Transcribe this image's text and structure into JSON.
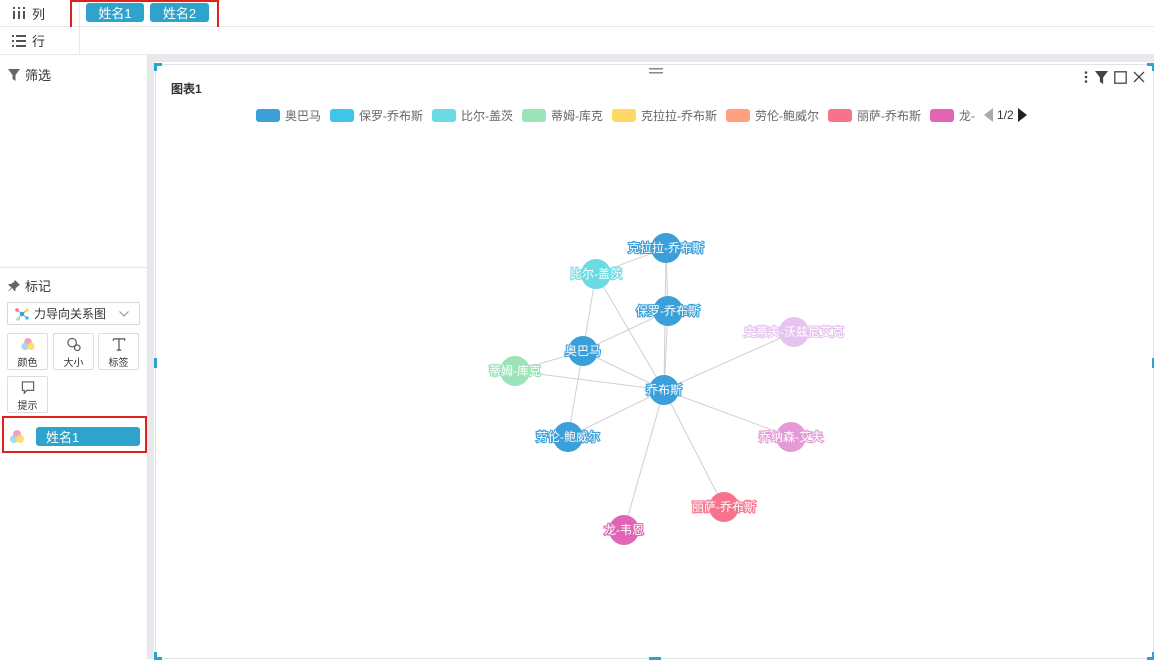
{
  "columns_shelf": {
    "label": "列",
    "fields": [
      "姓名1",
      "姓名2"
    ]
  },
  "rows_shelf": {
    "label": "行"
  },
  "filter_panel": {
    "title": "筛选"
  },
  "marks_panel": {
    "title": "标记",
    "chart_type": "力导向关系图",
    "buttons": [
      {
        "label": "颜色",
        "icon": "color-circles-icon"
      },
      {
        "label": "大小",
        "icon": "size-circles-icon"
      },
      {
        "label": "标签",
        "icon": "text-t-icon"
      },
      {
        "label": "提示",
        "icon": "tooltip-bubble-icon"
      }
    ],
    "color_field": "姓名1"
  },
  "colors": {
    "accent": "#2ea4cc",
    "highlight": "#e0201b"
  },
  "chart": {
    "title": "图表1",
    "legend_page": "1/2",
    "legend_items": [
      {
        "label": "奥巴马",
        "color": "#3b9fd9"
      },
      {
        "label": "保罗-乔布斯",
        "color": "#3ec5e8"
      },
      {
        "label": "比尔-盖茨",
        "color": "#6bdbe3"
      },
      {
        "label": "蒂姆-库克",
        "color": "#9be3b8"
      },
      {
        "label": "克拉拉-乔布斯",
        "color": "#ffd966"
      },
      {
        "label": "劳伦-鲍威尔",
        "color": "#ffa080"
      },
      {
        "label": "丽萨-乔布斯",
        "color": "#f7738c"
      },
      {
        "label": "龙-",
        "color": "#e065b4"
      }
    ]
  },
  "chart_data": {
    "type": "force-directed-graph",
    "nodes": [
      {
        "id": "乔布斯",
        "label": "乔布斯",
        "color": "#3b9fd9"
      },
      {
        "id": "克拉拉-乔布斯",
        "label": "克拉拉-乔布斯",
        "color": "#3b9fd9"
      },
      {
        "id": "比尔-盖茨",
        "label": "比尔-盖茨",
        "color": "#6bdbe3"
      },
      {
        "id": "保罗-乔布斯",
        "label": "保罗-乔布斯",
        "color": "#3b9fd9"
      },
      {
        "id": "奥巴马",
        "label": "奥巴马",
        "color": "#3b9fd9"
      },
      {
        "id": "蒂姆-库克",
        "label": "蒂姆-库克",
        "color": "#9be3b8"
      },
      {
        "id": "劳伦-鲍威尔",
        "label": "劳伦-鲍威尔",
        "color": "#3b9fd9"
      },
      {
        "id": "龙-韦恩",
        "label": "龙-韦恩",
        "color": "#e065b4"
      },
      {
        "id": "丽萨-乔布斯",
        "label": "丽萨-乔布斯",
        "color": "#f7738c"
      },
      {
        "id": "乔纳森-艾夫",
        "label": "乔纳森-艾夫",
        "color": "#e39ad6"
      },
      {
        "id": "史蒂夫-沃兹尼艾克",
        "label": "史蒂夫-沃兹尼艾克",
        "color": "#e6c3f0"
      }
    ],
    "links": [
      [
        "乔布斯",
        "克拉拉-乔布斯"
      ],
      [
        "乔布斯",
        "比尔-盖茨"
      ],
      [
        "乔布斯",
        "保罗-乔布斯"
      ],
      [
        "乔布斯",
        "奥巴马"
      ],
      [
        "乔布斯",
        "蒂姆-库克"
      ],
      [
        "乔布斯",
        "劳伦-鲍威尔"
      ],
      [
        "乔布斯",
        "龙-韦恩"
      ],
      [
        "乔布斯",
        "丽萨-乔布斯"
      ],
      [
        "乔布斯",
        "乔纳森-艾夫"
      ],
      [
        "乔布斯",
        "史蒂夫-沃兹尼艾克"
      ],
      [
        "克拉拉-乔布斯",
        "比尔-盖茨"
      ],
      [
        "克拉拉-乔布斯",
        "保罗-乔布斯"
      ],
      [
        "奥巴马",
        "比尔-盖茨"
      ],
      [
        "奥巴马",
        "保罗-乔布斯"
      ],
      [
        "奥巴马",
        "蒂姆-库克"
      ],
      [
        "奥巴马",
        "劳伦-鲍威尔"
      ]
    ]
  }
}
